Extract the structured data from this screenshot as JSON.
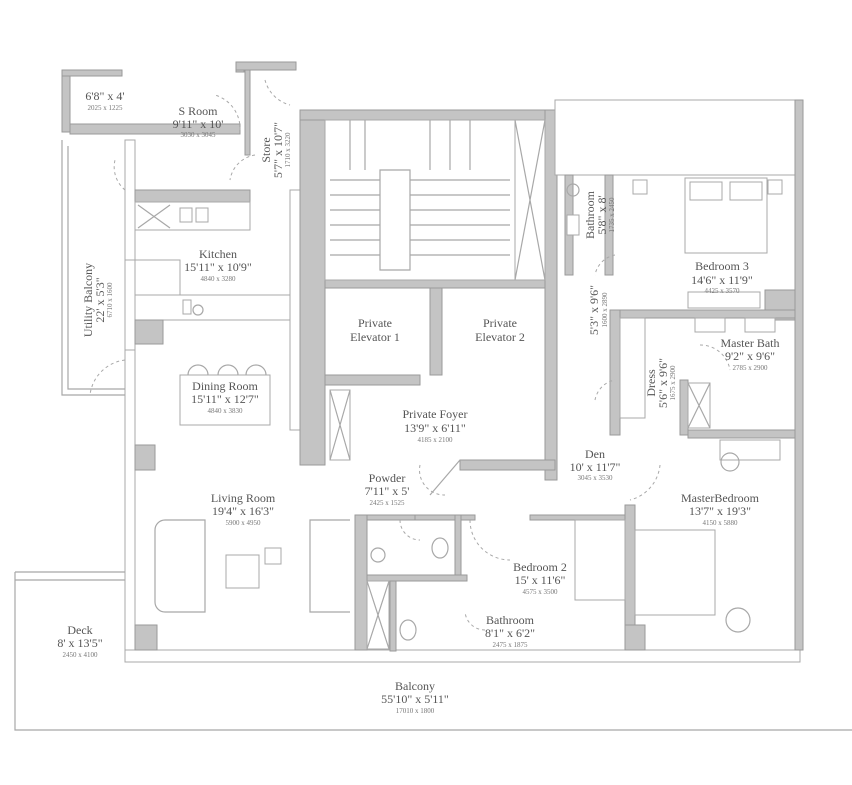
{
  "rooms": [
    {
      "id": "wc-small",
      "name": "",
      "imperial": "6'8\" x 4'",
      "metric": "2025 x 1225"
    },
    {
      "id": "s-room",
      "name": "S Room",
      "imperial": "9'11\" x 10'",
      "metric": "3030 x 3045"
    },
    {
      "id": "store",
      "name": "Store",
      "imperial": "5'7\" x 10'7\"",
      "metric": "1710 x 3220"
    },
    {
      "id": "kitchen",
      "name": "Kitchen",
      "imperial": "15'11\" x 10'9\"",
      "metric": "4840 x 3280"
    },
    {
      "id": "utility-balcony",
      "name": "Utility Balcony",
      "imperial": "22' x 5'3\"",
      "metric": "6710 x 1600"
    },
    {
      "id": "dining-room",
      "name": "Dining Room",
      "imperial": "15'11\" x 12'7\"",
      "metric": "4840 x 3830"
    },
    {
      "id": "private-elevator-1",
      "name": "Private",
      "name2": "Elevator 1"
    },
    {
      "id": "private-elevator-2",
      "name": "Private",
      "name2": "Elevator 2"
    },
    {
      "id": "private-foyer",
      "name": "Private Foyer",
      "imperial": "13'9\" x 6'11\"",
      "metric": "4185 x 2100"
    },
    {
      "id": "bathroom-3",
      "name": "Bathroom",
      "imperial": "5'8\" x 8'",
      "metric": "1735 x 2450"
    },
    {
      "id": "bedroom-3",
      "name": "Bedroom 3",
      "imperial": "14'6\" x 11'9\"",
      "metric": "4425 x 3570"
    },
    {
      "id": "closet",
      "name": "",
      "imperial": "5'3\" x 9'6\"",
      "metric": "1600 x 2890"
    },
    {
      "id": "master-bath",
      "name": "Master Bath",
      "imperial": "9'2\" x 9'6\"",
      "metric": "2785 x 2900"
    },
    {
      "id": "dress",
      "name": "Dress",
      "imperial": "5'6\" x 9'6\"",
      "metric": "1675 x 2900"
    },
    {
      "id": "den",
      "name": "Den",
      "imperial": "10' x 11'7\"",
      "metric": "3045 x 3530"
    },
    {
      "id": "powder",
      "name": "Powder",
      "imperial": "7'11\" x 5'",
      "metric": "2425 x 1525"
    },
    {
      "id": "living-room",
      "name": "Living Room",
      "imperial": "19'4\" x 16'3\"",
      "metric": "5900 x 4950"
    },
    {
      "id": "master-bedroom",
      "name": "MasterBedroom",
      "imperial": "13'7\" x 19'3\"",
      "metric": "4150 x 5880"
    },
    {
      "id": "bedroom-2",
      "name": "Bedroom 2",
      "imperial": "15' x 11'6\"",
      "metric": "4575 x 3500"
    },
    {
      "id": "bathroom-2",
      "name": "Bathroom",
      "imperial": "8'1\" x 6'2\"",
      "metric": "2475 x 1875"
    },
    {
      "id": "deck",
      "name": "Deck",
      "imperial": "8' x 13'5\"",
      "metric": "2450 x 4100"
    },
    {
      "id": "balcony",
      "name": "Balcony",
      "imperial": "55'10\" x 5'11\"",
      "metric": "17010 x 1800"
    }
  ],
  "colors": {
    "wall": "#c4c4c4",
    "line": "#a8a8a8",
    "text": "#555555"
  }
}
